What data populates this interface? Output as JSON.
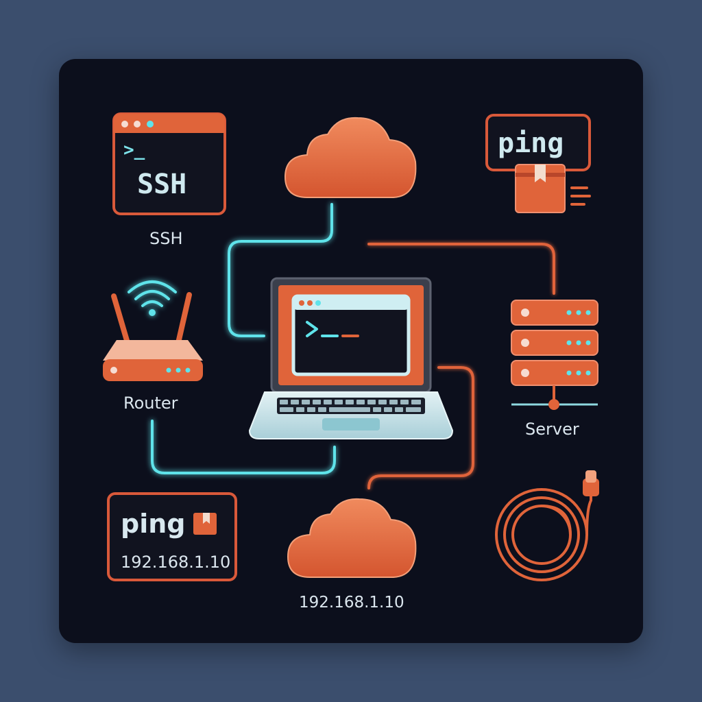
{
  "labels": {
    "ssh_caption": "SSH",
    "router": "Router",
    "server": "Server",
    "ip_caption": "192.168.1.10"
  },
  "ssh_window": {
    "prompt": ">_",
    "text": "SSH"
  },
  "ping_top": {
    "text": "ping"
  },
  "ping_bottom": {
    "text": "ping",
    "ip": "192.168.1.10"
  },
  "colors": {
    "accent": "#e0643a",
    "cyan": "#5fe3ea",
    "background": "#0c0f1c",
    "page": "#3b4e6d",
    "label": "#dbe6ee"
  },
  "icons": [
    "terminal-window-icon",
    "cloud-icon",
    "laptop-icon",
    "router-icon",
    "wifi-icon",
    "server-rack-icon",
    "package-icon",
    "ethernet-cable-icon"
  ]
}
